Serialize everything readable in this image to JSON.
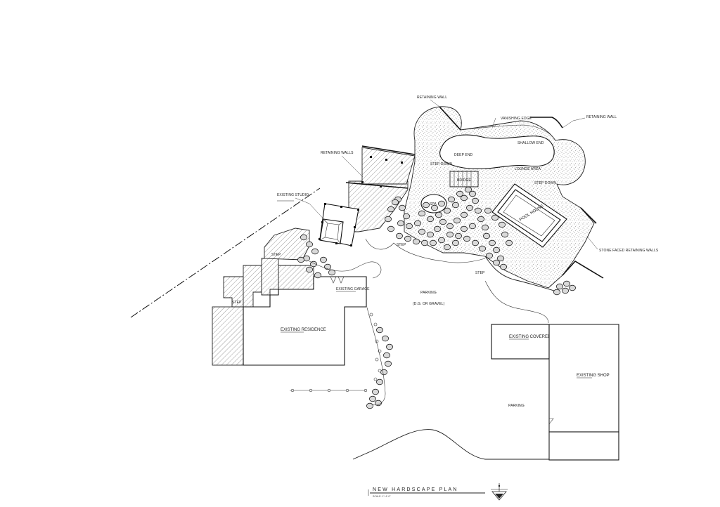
{
  "drawing": {
    "title": "NEW HARDSCAPE PLAN",
    "scale_note": "SCALE: 1\"=1'-0\""
  },
  "labels": {
    "retaining_wall_top": "RETAINING WALL",
    "vanishing_edge": "VANISHING EDGE",
    "retaining_wall_right": "RETAINING WALL",
    "shallow_end": "SHALLOW END",
    "deep_end": "DEEP END",
    "lounge_area": "LOUNGE AREA",
    "retaining_walls_left": "RETAINING WALLS",
    "existing_studio": "EXISTING STUDIO",
    "pool_house": "POOL HOUSE",
    "spa": "SPA",
    "bridge": "BRIDGE",
    "stone_faced": "STONE FACED RETAINING WALLS",
    "parking_main": "PARKING",
    "parking_sub": "(D.G. OR GRAVEL)",
    "existing_garage": "EXISTING GARAGE",
    "existing_residence": "EXISTING RESIDENCE",
    "existing_carport": "EXISTING COVERED CARPORT",
    "existing_shop": "EXISTING SHOP",
    "parking_lower": "PARKING",
    "step_1": "STEP",
    "step_2": "STEP",
    "step_3": "STEP",
    "step_4": "STEP",
    "step_down_1": "STEP DOWN",
    "step_down_2": "STEP DOWN"
  }
}
